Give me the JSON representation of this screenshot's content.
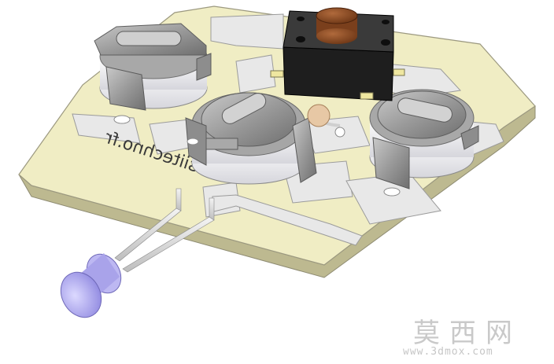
{
  "board": {
    "silkscreen_text": "siitechno.fr"
  },
  "watermark": {
    "chinese_text": "莫西网",
    "url": "www.3dmox.com"
  },
  "colors": {
    "board": "#f0edc4",
    "board_edge": "#a9a68c",
    "copper": "#e7e7e7",
    "holder_metal": "#9d9d9d",
    "coin_cell": "#f3f3f7",
    "button_cap": "#8a4a24",
    "button_body": "#1e1e1e",
    "led_lens": "#a9a3ea"
  }
}
